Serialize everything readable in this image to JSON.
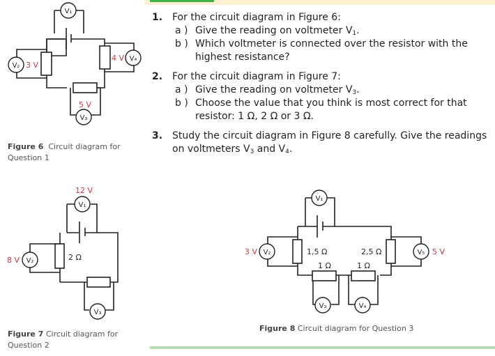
{
  "colors": {
    "accent_green": "#3fb54a",
    "band": "#fdf1d2",
    "bottom_rule": "#b4dbb2",
    "voltage_red": "#d0363c"
  },
  "questions": [
    {
      "number": "1.",
      "text": "For the circuit diagram in Figure 6:",
      "parts": [
        {
          "label": "a )",
          "text_before": "Give the reading on voltmeter V",
          "sub": "1",
          "text_after": "."
        },
        {
          "label": "b )",
          "text_before": "Which voltmeter is connected over the resistor with the highest resistance?",
          "sub": "",
          "text_after": ""
        }
      ]
    },
    {
      "number": "2.",
      "text": "For the circuit diagram in Figure 7:",
      "parts": [
        {
          "label": "a )",
          "text_before": "Give the reading on voltmeter V",
          "sub": "3",
          "text_after": "."
        },
        {
          "label": "b )",
          "text_before": "Choose the value that you think is most correct for that resistor: 1 Ω, 2 Ω or 3 Ω.",
          "sub": "",
          "text_after": ""
        }
      ]
    },
    {
      "number": "3.",
      "text_before": "Study the circuit diagram in Figure 8 carefully. Give the readings on voltmeters V",
      "sub1": "3",
      "mid": " and V",
      "sub2": "4",
      "text_after": "."
    }
  ],
  "figures": {
    "fig6": {
      "label": "Figure 6",
      "caption": "Circuit diagram for Question 1",
      "meters": [
        "V1",
        "V2",
        "V3",
        "V4"
      ],
      "readings": {
        "V2": "3 V",
        "V3": "5 V",
        "V4": "4 V"
      }
    },
    "fig7": {
      "label": "Figure 7",
      "caption": "Circuit diagram for Question 2",
      "meters": [
        "V1",
        "V2",
        "V3"
      ],
      "readings": {
        "V1": "12 V",
        "V2": "8 V"
      },
      "resistor": "2 Ω"
    },
    "fig8": {
      "label": "Figure 8",
      "caption": "Circuit diagram for Question 3",
      "meters": [
        "V1",
        "V2",
        "V3",
        "V4",
        "V5"
      ],
      "readings": {
        "V2": "3 V",
        "V5": "5 V"
      },
      "resistors": {
        "left": "1,5 Ω",
        "right": "2,5 Ω",
        "bottom_left": "1 Ω",
        "bottom_right": "1 Ω"
      }
    }
  }
}
